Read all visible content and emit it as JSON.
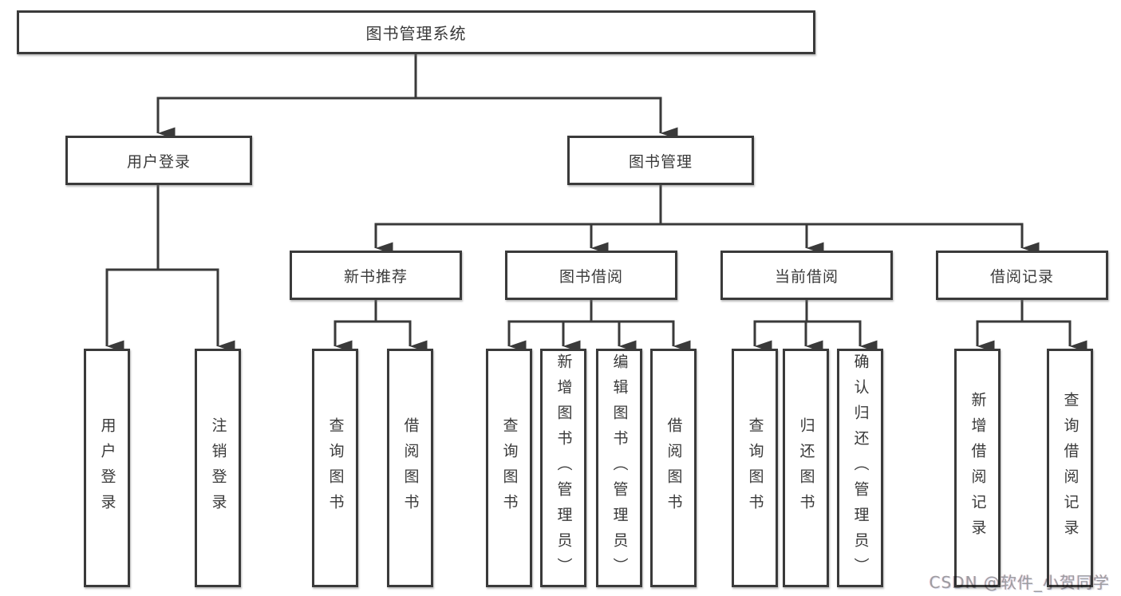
{
  "colors": {
    "line": "#3a3a3a",
    "box_border": "#3a3a3a",
    "box_background": "#ffffff",
    "text": "#3a3a3a",
    "watermark": "#9c9ca1"
  },
  "tree": {
    "root": {
      "label": "图书管理系统"
    },
    "branches": [
      {
        "label": "用户登录",
        "children": [
          {
            "label": "用户登录"
          },
          {
            "label": "注销登录"
          }
        ]
      },
      {
        "label": "图书管理",
        "groups": [
          {
            "label": "新书推荐",
            "children": [
              {
                "label": "查询图书"
              },
              {
                "label": "借阅图书"
              }
            ]
          },
          {
            "label": "图书借阅",
            "children": [
              {
                "label": "查询图书"
              },
              {
                "label": "新增图书（管理员）"
              },
              {
                "label": "编辑图书（管理员）"
              },
              {
                "label": "借阅图书"
              }
            ]
          },
          {
            "label": "当前借阅",
            "children": [
              {
                "label": "查询图书"
              },
              {
                "label": "归还图书"
              },
              {
                "label": "确认归还（管理员）"
              }
            ]
          },
          {
            "label": "借阅记录",
            "children": [
              {
                "label": "新增借阅记录"
              },
              {
                "label": "查询借阅记录"
              }
            ]
          }
        ]
      }
    ]
  },
  "watermark": {
    "text": "CSDN @软件_小贺同学"
  }
}
